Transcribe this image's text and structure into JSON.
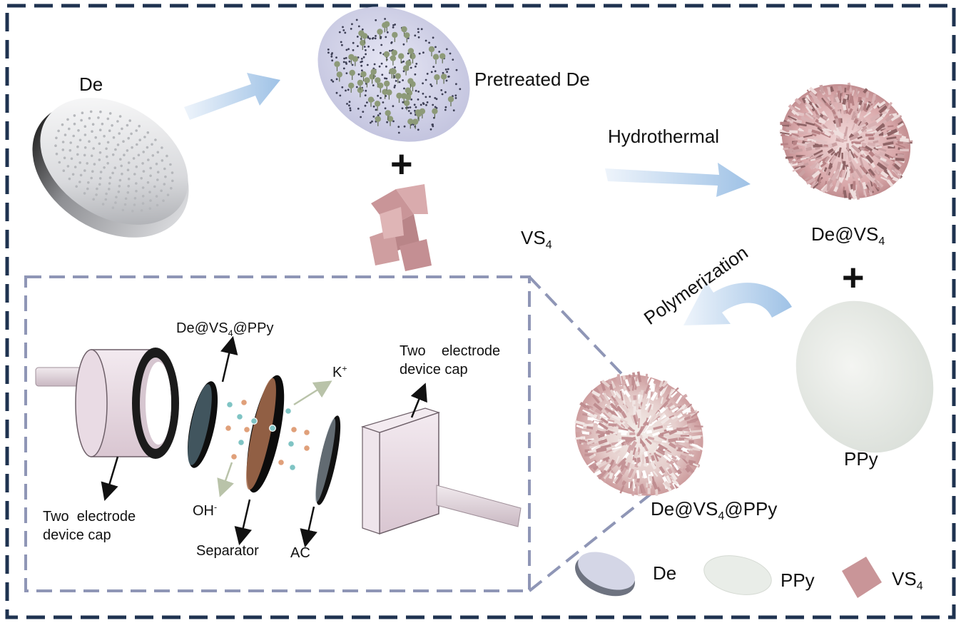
{
  "labels": {
    "de_top": "De",
    "pretreated_de": "Pretreated De",
    "hydrothermal": "Hydrothermal",
    "vs4_main": "VS",
    "vs4_main_sub": "4",
    "de_vs4": "De@VS",
    "de_vs4_sub": "4",
    "polymerization": "Polymerization",
    "ppy_main": "PPy",
    "de_vs4_ppy_main_a": "De@VS",
    "de_vs4_ppy_main_sub": "4",
    "de_vs4_ppy_main_b": "@PPy",
    "plus": "+"
  },
  "device": {
    "de_vs4_ppy_a": "De@VS",
    "de_vs4_ppy_sub": "4",
    "de_vs4_ppy_b": "@PPy",
    "k_ion": "K",
    "k_ion_sup": "+",
    "oh_ion": "OH",
    "oh_ion_sup": "-",
    "cap_right_line1": "Two    electrode",
    "cap_right_line2": "device cap",
    "cap_left_line1": "Two  electrode",
    "cap_left_line2": "device cap",
    "separator": "Separator",
    "ac": "AC"
  },
  "legend": {
    "de": "De",
    "ppy": "PPy",
    "vs4": "VS",
    "vs4_sub": "4"
  },
  "colors": {
    "frame": "#1f3350",
    "inset_border": "#8f96b6",
    "arrow_fill": "#a9c6e6",
    "vs4_pink": "#c99598",
    "ppy_disc": "#e9ede8",
    "de_disc": "#d6d8e8",
    "cap_body": "#eadfe6"
  }
}
